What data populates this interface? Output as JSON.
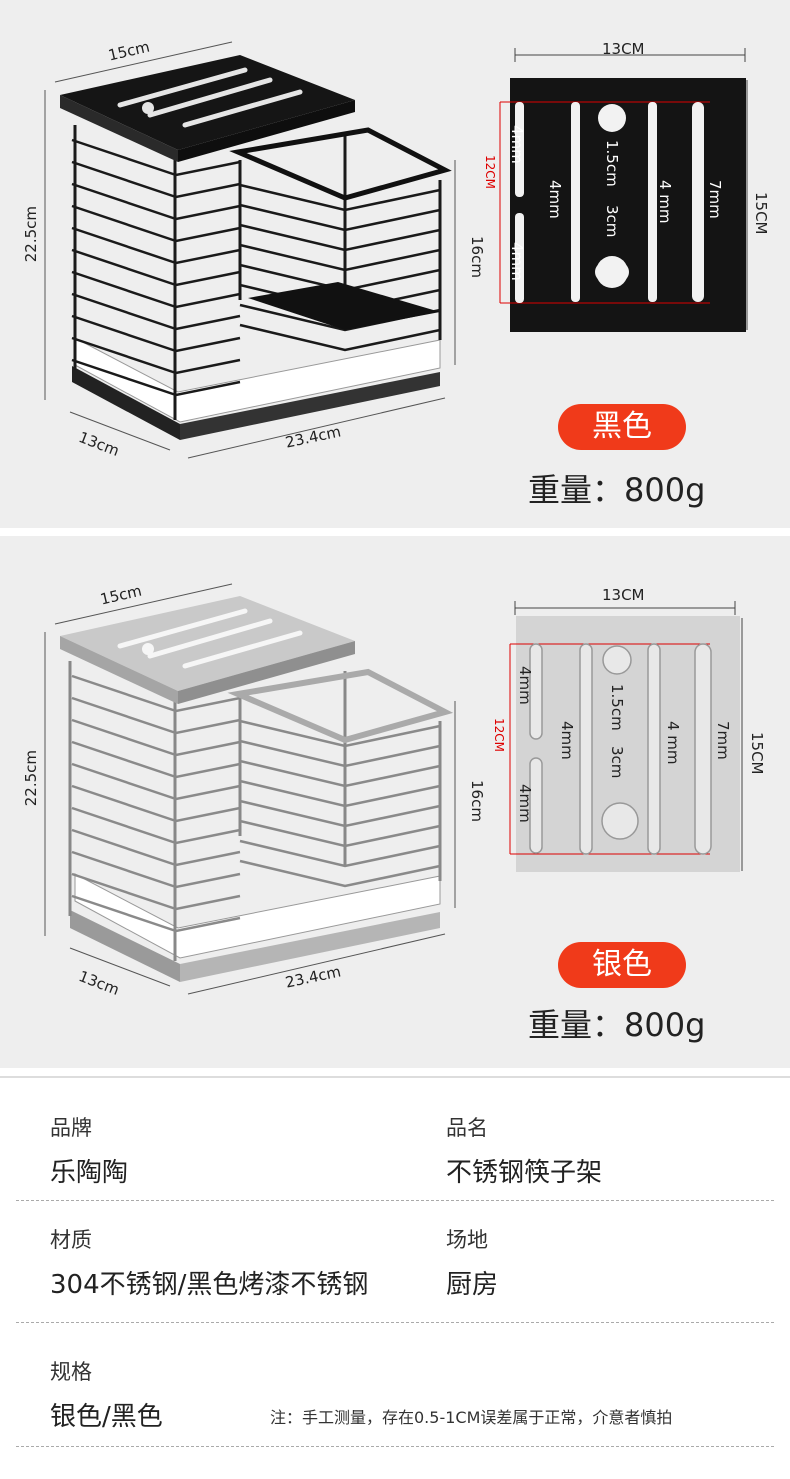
{
  "black_section": {
    "rack_dims": {
      "top_width": "15cm",
      "height": "22.5cm",
      "inner_height": "16cm",
      "depth": "13cm",
      "length": "23.4cm"
    },
    "plate_dims": {
      "width": "13CM",
      "height": "15CM",
      "slot_span": "12CM",
      "slot_a": "4mm",
      "slot_b": "4mm",
      "slot_c": "4mm",
      "slot_d": "4 mm",
      "slot_e": "7mm",
      "hole_small": "1.5cm",
      "hole_big": "3cm"
    },
    "color_badge": "黑色",
    "weight": "重量：800g",
    "accent_color": "#f03a1a"
  },
  "silver_section": {
    "rack_dims": {
      "top_width": "15cm",
      "height": "22.5cm",
      "inner_height": "16cm",
      "depth": "13cm",
      "length": "23.4cm"
    },
    "plate_dims": {
      "width": "13CM",
      "height": "15CM",
      "slot_span": "12CM",
      "slot_a": "4mm",
      "slot_b": "4mm",
      "slot_c": "4mm",
      "slot_d": "4 mm",
      "slot_e": "7mm",
      "hole_small": "1.5cm",
      "hole_big": "3cm"
    },
    "color_badge": "银色",
    "weight": "重量：800g"
  },
  "specs": {
    "brand_label": "品牌",
    "brand_value": "乐陶陶",
    "name_label": "品名",
    "name_value": "不锈钢筷子架",
    "material_label": "材质",
    "material_value": "304不锈钢/黑色烤漆不锈钢",
    "place_label": "场地",
    "place_value": "厨房",
    "spec_label": "规格",
    "spec_value": "银色/黑色",
    "note": "注：手工测量，存在0.5-1CM误差属于正常，介意者慎拍"
  }
}
